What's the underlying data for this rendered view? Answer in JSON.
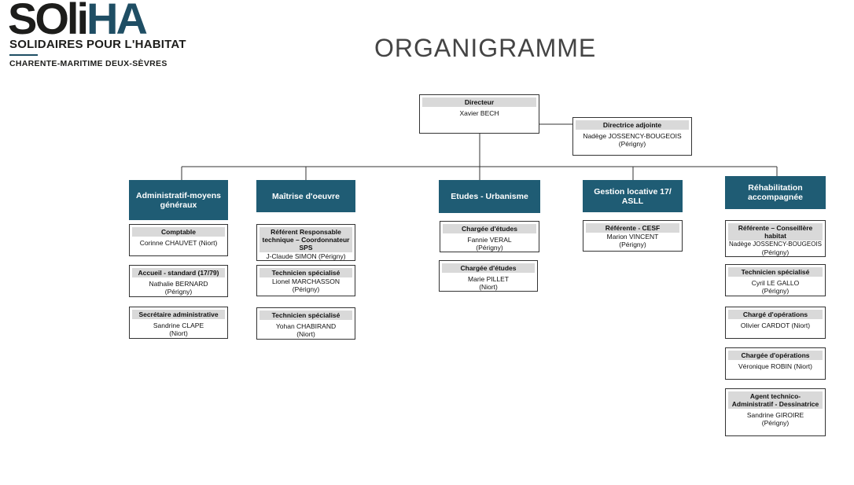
{
  "logo": {
    "wordmark_a": "SOli",
    "wordmark_b": "HA",
    "tagline": "SOLIDAIRES POUR L'HABITAT",
    "region": "CHARENTE-MARITIME DEUX-SÈVRES"
  },
  "title": "ORGANIGRAMME",
  "directeur": {
    "role": "Directeur",
    "name": "Xavier BECH"
  },
  "adjointe": {
    "role": "Directrice adjointe",
    "name": "Nadège JOSSENCY-BOUGEOIS",
    "place": "(Périgny)"
  },
  "departments": [
    {
      "label": "Administratif-moyens généraux"
    },
    {
      "label": "Maîtrise d'oeuvre"
    },
    {
      "label": "Etudes - Urbanisme"
    },
    {
      "label": "Gestion locative 17/ ASLL"
    },
    {
      "label": "Réhabilitation accompagnée"
    }
  ],
  "staff": [
    {
      "role": "Comptable",
      "name": "Corinne CHAUVET (Niort)",
      "place": ""
    },
    {
      "role": "Accueil - standard (17/79)",
      "name": "Nathalie BERNARD",
      "place": "(Périgny)"
    },
    {
      "role": "Secrétaire administrative",
      "name": "Sandrine CLAPE",
      "place": "(Niort)"
    },
    {
      "role": "Référent Responsable technique – Coordonnateur SPS",
      "name": "J-Claude SIMON (Périgny)",
      "place": ""
    },
    {
      "role": "Technicien spécialisé",
      "name": "Lionel MARCHASSON",
      "place": "(Périgny)"
    },
    {
      "role": "Technicien spécialisé",
      "name": "Yohan CHABIRAND",
      "place": "(Niort)"
    },
    {
      "role": "Chargée d'études",
      "name": "Fannie VERAL",
      "place": "(Périgny)"
    },
    {
      "role": "Chargée d'études",
      "name": "Marie PILLET",
      "place": "(Niort)"
    },
    {
      "role": "Référente - CESF",
      "name": "Marion VINCENT",
      "place": "(Périgny)"
    },
    {
      "role": "Référente – Conseillère habitat",
      "name": "Nadège JOSSENCY-BOUGEOIS",
      "place": "(Périgny)"
    },
    {
      "role": "Technicien spécialisé",
      "name": "Cyril LE GALLO",
      "place": "(Périgny)"
    },
    {
      "role": "Chargé d'opérations",
      "name": "Olivier CARDOT (Niort)",
      "place": ""
    },
    {
      "role": "Chargée d'opérations",
      "name": "Véronique ROBIN (Niort)",
      "place": ""
    },
    {
      "role": "Agent technico-Administratif - Dessinatrice",
      "name": "Sandrine GIROIRE",
      "place": "(Périgny)"
    }
  ],
  "colors": {
    "header_bg": "#1f5c74",
    "role_bg": "#d9d9d9",
    "brand": "#1f4e64"
  }
}
